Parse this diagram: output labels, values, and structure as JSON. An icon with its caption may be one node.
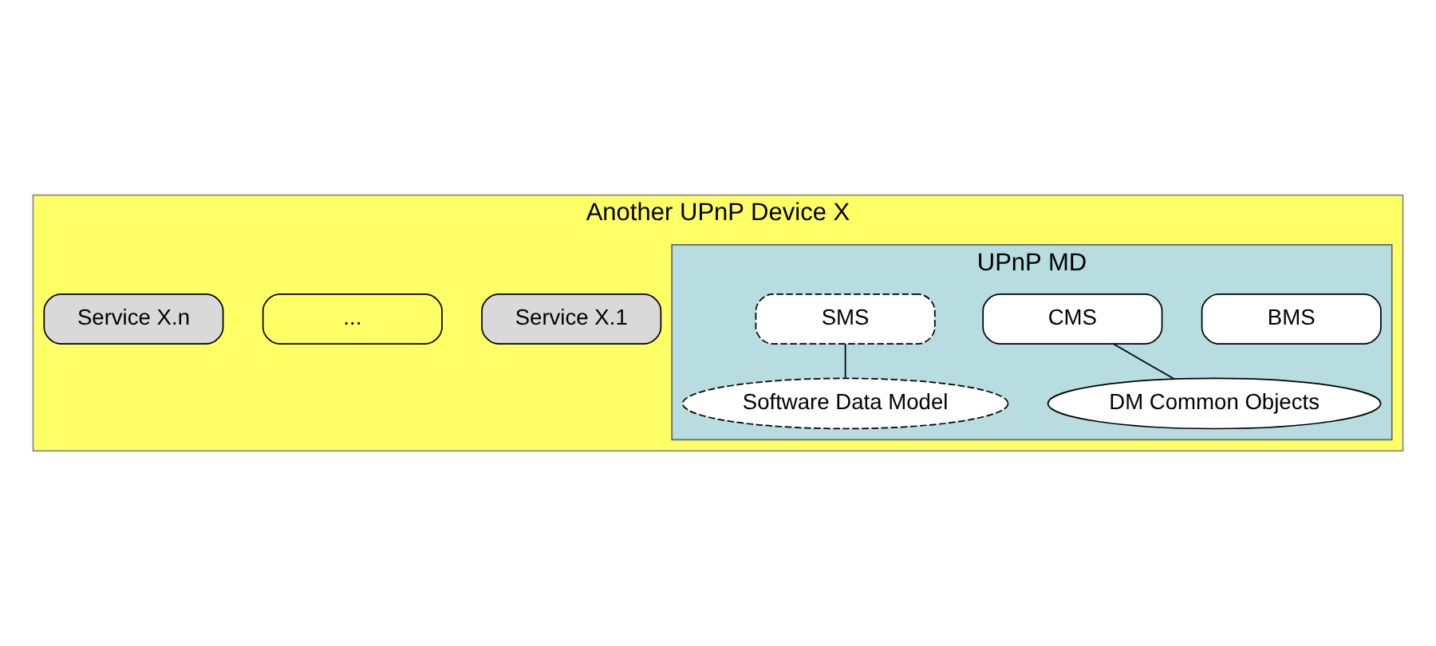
{
  "diagram": {
    "nodes": [
      {
        "text": [
          "Another UPnP Device X"
        ]
      },
      {
        "text": [
          "Service X.1"
        ],
        "in": 0
      },
      {
        "text": [
          "..."
        ],
        "in": 0
      },
      {
        "text": [
          "Service X.n"
        ],
        "in": 0
      },
      {
        "text": [
          "UPnP MD"
        ],
        "in": 0
      },
      {
        "text": [
          "BMS"
        ],
        "in": 4
      },
      {
        "text": [
          "CMS"
        ],
        "in": 4
      },
      {
        "text": [
          "SMS"
        ],
        "in": 4
      },
      {
        "text": [
          "Software Data Model"
        ],
        "in": 4
      },
      {
        "text": [
          "DM Common Objects"
        ],
        "in": 4
      }
    ],
    "edges": [
      {
        "from": 7,
        "to": 8,
        "arrow": "none"
      },
      {
        "from": 6,
        "to": 9,
        "arrow": "none"
      }
    ]
  }
}
